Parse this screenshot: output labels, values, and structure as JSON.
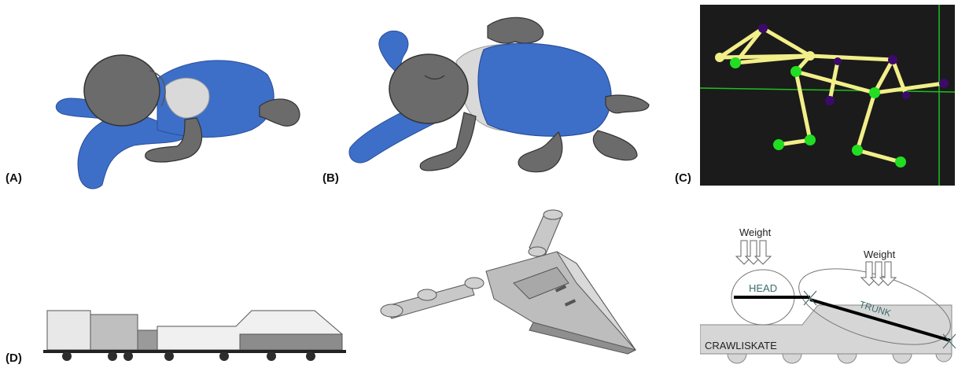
{
  "labels": {
    "a": "(A)",
    "b": "(B)",
    "c": "(C)",
    "d": "(D)"
  },
  "diagram": {
    "weight_left": "Weight",
    "weight_right": "Weight",
    "head": "HEAD",
    "trunk": "TRUNK",
    "crawliskate": "CRAWLISKATE"
  },
  "colors": {
    "suit_blue": "#3d6fc9",
    "skin_gray": "#6b6b6b",
    "shirt_light": "#d9d9d9",
    "stick_yellow": "#f2ef8a",
    "joint_green": "#22dd22",
    "joint_purple": "#3b0a6b",
    "screen_bg": "#1b1b1b",
    "axis_green": "#1fbf1f"
  }
}
